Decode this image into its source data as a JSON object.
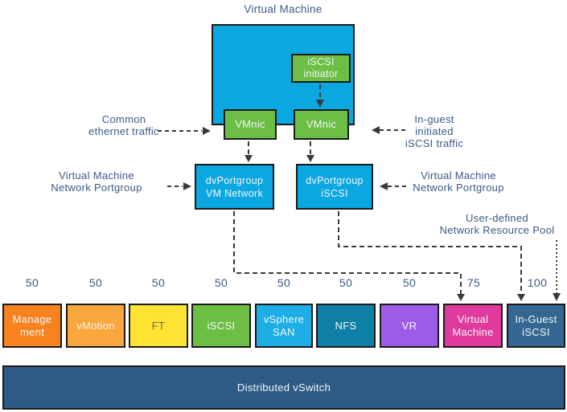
{
  "colors": {
    "label_text": "#3A5A85",
    "cyan": "#0BA7E0",
    "green": "#6CBE45",
    "dvswitch_blue": "#2D5B85",
    "connector": "#3A3A3A",
    "box_border": "#1A1A1A",
    "box_text": "#F2F6F8"
  },
  "diagram": {
    "title": "Virtual Machine",
    "vm": {
      "iscsi_initiator": {
        "line1": "iSCSI",
        "line2": "initiator"
      },
      "vmnic_left": {
        "label": "VMnic"
      },
      "vmnic_right": {
        "label": "VMnic"
      }
    },
    "portgroups": {
      "vm_network": {
        "line1": "dvPortgroup",
        "line2": "VM Network"
      },
      "iscsi": {
        "line1": "dvPortgroup",
        "line2": "iSCSI"
      }
    },
    "annotations": {
      "common_ethernet": {
        "line1": "Common",
        "line2": "ethernet traffic"
      },
      "in_guest": {
        "line1": "In-guest",
        "line2": "initiated",
        "line3": "iSCSI traffic"
      },
      "portgroup_left": {
        "line1": "Virtual Machine",
        "line2": "Network Portgroup"
      },
      "portgroup_right": {
        "line1": "Virtual Machine",
        "line2": "Network Portgroup"
      },
      "user_defined_pool": {
        "line1": "User-defined",
        "line2": "Network Resource Pool"
      }
    },
    "pools": {
      "items": [
        {
          "label": "Management",
          "share": "50",
          "line1": "Manage",
          "line2": "ment",
          "color": "#F6831E",
          "text_color": "#F5F7F8"
        },
        {
          "label": "vMotion",
          "share": "50",
          "line1": "vMotion",
          "line2": "",
          "color": "#F9A63C",
          "text_color": "#F5F7F8"
        },
        {
          "label": "FT",
          "share": "50",
          "line1": "FT",
          "line2": "",
          "color": "#FFE433",
          "text_color": "#5B6770"
        },
        {
          "label": "iSCSI",
          "share": "50",
          "line1": "iSCSI",
          "line2": "",
          "color": "#6CBE45",
          "text_color": "#F5F7F8"
        },
        {
          "label": "vSphere SAN",
          "share": "50",
          "line1": "vSphere",
          "line2": "SAN",
          "color": "#1CAEE4",
          "text_color": "#F5F7F8"
        },
        {
          "label": "NFS",
          "share": "50",
          "line1": "NFS",
          "line2": "",
          "color": "#0E7FA6",
          "text_color": "#F5F7F8"
        },
        {
          "label": "VR",
          "share": "50",
          "line1": "VR",
          "line2": "",
          "color": "#9D5CE8",
          "text_color": "#F5F7F8"
        },
        {
          "label": "Virtual Machine",
          "share": "75",
          "line1": "Virtual",
          "line2": "Machine",
          "color": "#E03A9E",
          "text_color": "#F5F7F8"
        },
        {
          "label": "In-Guest iSCSI",
          "share": "100",
          "line1": "In-Guest",
          "line2": "iSCSI",
          "color": "#336690",
          "text_color": "#F5F7F8"
        }
      ]
    },
    "dvswitch": {
      "label": "Distributed vSwitch"
    }
  }
}
